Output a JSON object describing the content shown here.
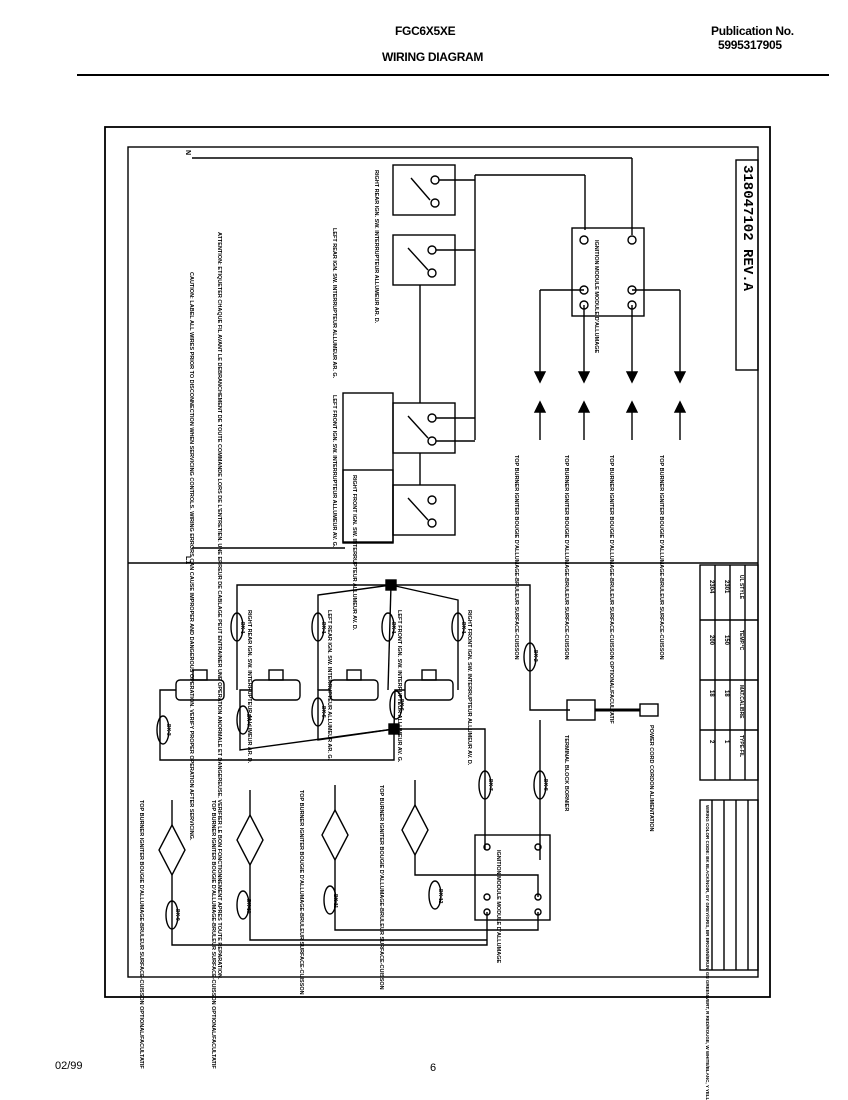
{
  "header": {
    "model": "FGC6X5XE",
    "title": "WIRING DIAGRAM",
    "publication_label": "Publication No.",
    "publication_number": "5995317905"
  },
  "footer": {
    "date": "02/99",
    "page": "6"
  },
  "schematic": {
    "part_number": "318047102 REV.A",
    "l1": "L1",
    "n": "N",
    "switches": [
      "RIGHT REAR IGN. SW. INTERRUPTEUR ALLUMEUR AR. D.",
      "LEFT REAR IGN. SW. INTERRUPTEUR ALLUMEUR AR. G.",
      "LEFT FRONT IGN. SW. INTERRUPTEUR ALLUMEUR AV. G.",
      "RIGHT FRONT IGN. SW. INTERRUPTEUR ALLUMEUR AV. D."
    ],
    "igniters": [
      "TOP BURNER IGNITER BOUGIE D'ALLUMAGE-BRULEUR SURFACE-CUISSON",
      "TOP BURNER IGNITER BOUGIE D'ALLUMAGE-BRULEUR SURFACE-CUISSON",
      "TOP BURNER IGNITER BOUGIE D'ALLUMAGE-BRULEUR SURFACE-CUISSON OPTIONAL/FACULTATIF",
      "TOP BURNER IGNITER BOUGIE D'ALLUMAGE-BRULEUR SURFACE-CUISSON"
    ],
    "module": "IGNITION MODULE MODULE D'ALLUMAGE",
    "caution": "CAUTION: LABEL ALL WIRES PRIOR TO DISCONNECTION WHEN SERVICING CONTROLS. WIRING ERRORS CAN CAUSE IMPROPER AND DANGEROUS OPERATION. VERIFY PROPER OPERATION AFTER SERVICING.",
    "caution_fr": "ATTENTION: ETIQUETER CHAQUE FIL AVANT LE DEBRANCHEMENT DE TOUTE COMMANDE LORS DE L'ENTRETIEN. UNE ERREUR DE CABLAGE PEUT ENTRAINER UNE OPERATION ANORMALE ET DANGEREUSE. VERIFIER LE BON FONCTIONNEMENT APRES TOUTE REPARATION."
  },
  "pictorial": {
    "switches": [
      "RIGHT REAR IGN. SW. INTERRUPTEUR ALLUMEUR AR. D.",
      "LEFT REAR IGN. SW. INTERRUPTEUR ALLUMEUR AR. G.",
      "LEFT FRONT IGN. SW. INTERRUPTEUR ALLUMEUR AV. G.",
      "RIGHT FRONT IGN. SW. INTERRUPTEUR ALLUMEUR AV. D."
    ],
    "igniters": [
      "TOP BURNER IGNITER BOUGIE D'ALLUMAGE-BRULEUR SURFACE-CUISSON OPTIONAL/FACULTATIF",
      "TOP BURNER IGNITER BOUGIE D'ALLUMAGE-BRULEUR SURFACE-CUISSON OPTIONAL/FACULTATIF",
      "TOP BURNER IGNITER BOUGIE D'ALLUMAGE-BRULEUR SURFACE-CUISSON",
      "TOP BURNER IGNITER BOUGIE D'ALLUMAGE-BRULEUR SURFACE-CUISSON"
    ],
    "module": "IGNITION MODULE MODULE D'ALLUMAGE",
    "terminal_block": "TERMINAL BLOCK BORNIER",
    "power_cord": "POWER CORD CORDON ALIMENTATION",
    "wire_codes": [
      "BK-1",
      "BK-1",
      "BK-1",
      "BK-1",
      "BK-2",
      "BK-3",
      "BK-4",
      "BK-5",
      "BK-6",
      "BK-7",
      "BK-8",
      "BK-9",
      "BK-10",
      "BK-11",
      "BK-12"
    ],
    "wire_table": [
      "2",
      "18",
      "200",
      "2304",
      "1",
      "18",
      "150",
      "2301",
      "TYPE-FIL",
      "MAT.CALIBRE",
      "TEMP.*C",
      "UL STYLE"
    ],
    "key": "WIRING COLOR CODE: BK BLACK/NOIR, GY GREY/GRIS, BR BROWN/BRUN, GN GREEN/VERT, R RED/ROUGE, W WHITE/BLANC, Y YELLOW/JAUNE"
  }
}
